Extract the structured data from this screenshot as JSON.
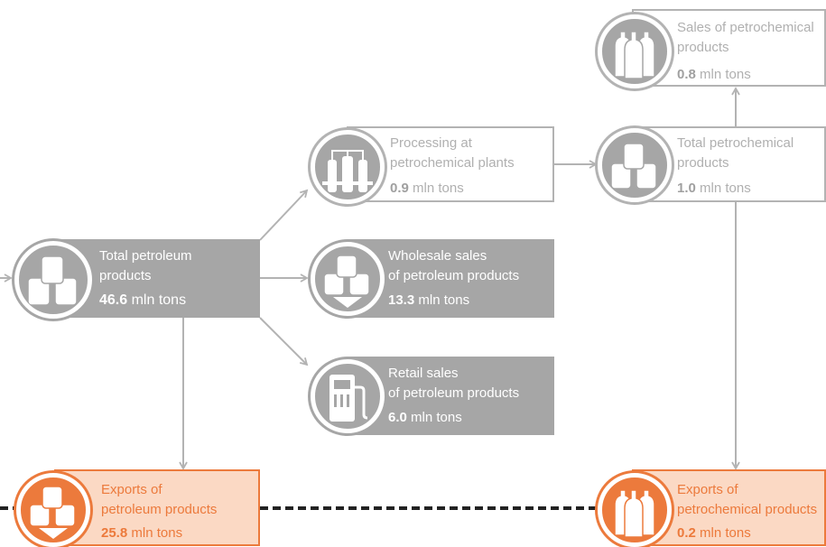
{
  "unit": "mln tons",
  "nodes": {
    "sales_petrochem": {
      "line1": "Sales of petrochemical",
      "line2": "products",
      "value": "0.8",
      "unit": "mln tons"
    },
    "processing": {
      "line1": "Processing at",
      "line2": "petrochemical plants",
      "value": "0.9",
      "unit": "mln tons"
    },
    "total_petrochem": {
      "line1": "Total petrochemical",
      "line2": "products",
      "value": "1.0",
      "unit": "mln tons"
    },
    "total_petroleum": {
      "line1": "Total petroleum",
      "line2": "products",
      "value": "46.6",
      "unit": "mln tons"
    },
    "wholesale": {
      "line1": "Wholesale sales",
      "line2": "of petroleum products",
      "value": "13.3",
      "unit": "mln tons"
    },
    "retail": {
      "line1": "Retail sales",
      "line2": "of petroleum products",
      "value": "6.0",
      "unit": "mln tons"
    },
    "exports_petroleum": {
      "line1": "Exports of",
      "line2": "petroleum products",
      "value": "25.8",
      "unit": "mln tons"
    },
    "exports_petrochem": {
      "line1": "Exports of",
      "line2": "petrochemical products",
      "value": "0.2",
      "unit": "mln tons"
    }
  },
  "icons": {
    "barrels": "barrels-icon",
    "plant": "refinery-icon",
    "pump": "fuel-pump-icon",
    "bottles": "bottles-icon"
  },
  "colors": {
    "grey": "#a6a6a6",
    "outline": "#b3b3b3",
    "orange": "#ec7a3c",
    "orange_fill": "#fbd9c4"
  }
}
